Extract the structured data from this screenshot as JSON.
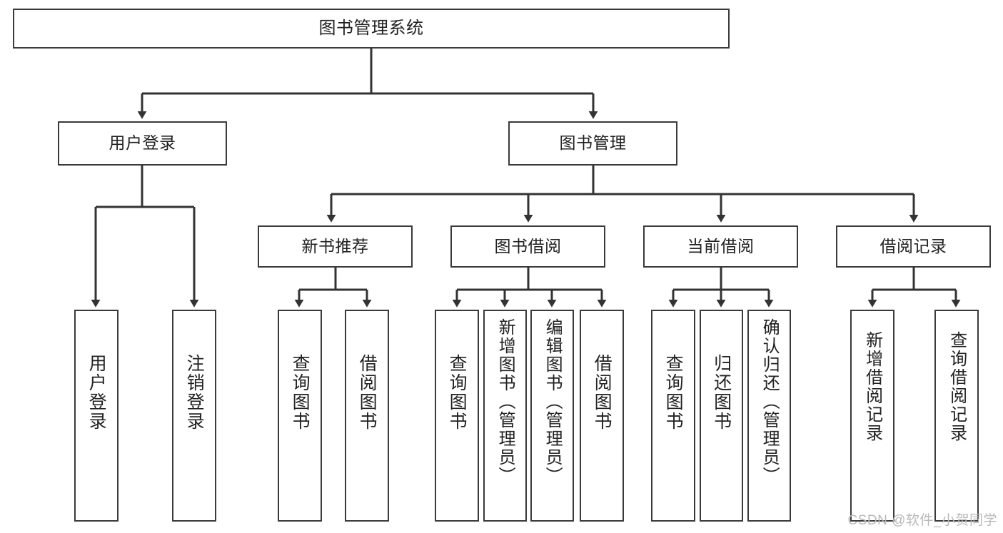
{
  "diagram": {
    "type": "tree-hierarchy-chart",
    "title": "图书管理系统",
    "watermark": "CSDN @软件_小贺同学",
    "colors": {
      "box_border": "#3a3a3a",
      "line": "#333333",
      "text": "#222222",
      "background": "#ffffff",
      "watermark": "#b9b9b9"
    },
    "nodes": {
      "root": {
        "label": "图书管理系统",
        "level": 1
      },
      "level2": [
        {
          "id": "user-login",
          "label": "用户登录",
          "level": 2
        },
        {
          "id": "book-management",
          "label": "图书管理",
          "level": 2
        }
      ],
      "level3": [
        {
          "id": "new-book-recommend",
          "label": "新书推荐",
          "level": 3,
          "parent": "book-management"
        },
        {
          "id": "book-borrow",
          "label": "图书借阅",
          "level": 3,
          "parent": "book-management"
        },
        {
          "id": "current-borrow",
          "label": "当前借阅",
          "level": 3,
          "parent": "book-management"
        },
        {
          "id": "borrow-record",
          "label": "借阅记录",
          "level": 3,
          "parent": "book-management"
        }
      ],
      "level4": [
        {
          "id": "leaf-user-login",
          "label": "用户登录",
          "parent": "user-login"
        },
        {
          "id": "leaf-logout-login",
          "label": "注销登录",
          "parent": "user-login"
        },
        {
          "id": "leaf-query-book-1",
          "label": "查询图书",
          "parent": "new-book-recommend"
        },
        {
          "id": "leaf-borrow-book-1",
          "label": "借阅图书",
          "parent": "new-book-recommend"
        },
        {
          "id": "leaf-query-book-2",
          "label": "查询图书",
          "parent": "book-borrow"
        },
        {
          "id": "leaf-add-book",
          "label": "新增图书（管理员）",
          "parent": "book-borrow"
        },
        {
          "id": "leaf-edit-book",
          "label": "编辑图书（管理员）",
          "parent": "book-borrow"
        },
        {
          "id": "leaf-borrow-book-2",
          "label": "借阅图书",
          "parent": "book-borrow"
        },
        {
          "id": "leaf-query-book-3",
          "label": "查询图书",
          "parent": "current-borrow"
        },
        {
          "id": "leaf-return-book",
          "label": "归还图书",
          "parent": "current-borrow"
        },
        {
          "id": "leaf-confirm-return",
          "label": "确认归还（管理员）",
          "parent": "current-borrow"
        },
        {
          "id": "leaf-add-record",
          "label": "新增借阅记录",
          "parent": "borrow-record"
        },
        {
          "id": "leaf-query-record",
          "label": "查询借阅记录",
          "parent": "borrow-record"
        }
      ]
    }
  }
}
